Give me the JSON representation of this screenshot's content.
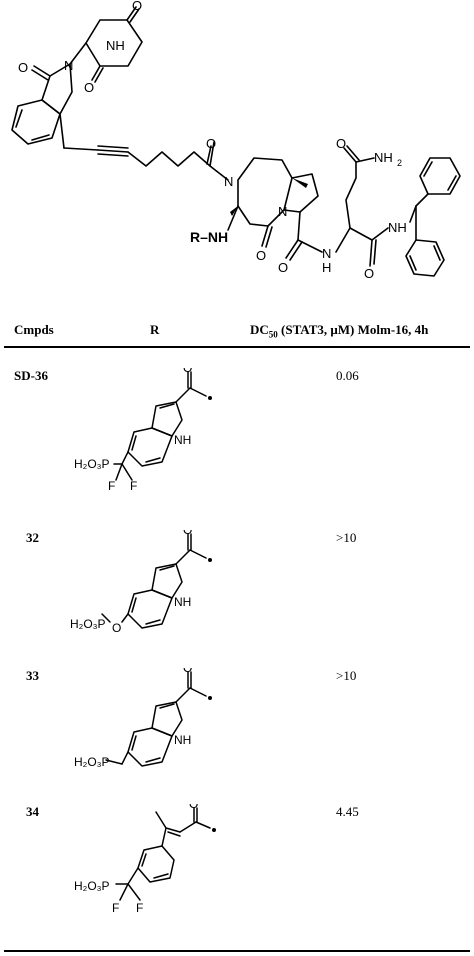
{
  "scheme": {
    "labels": {
      "nh_imide": "NH",
      "o1": "O",
      "o2": "O",
      "o3": "O",
      "n_isoindolinone": "N",
      "o_linker": "O",
      "n_ring": "N",
      "n_pro": "N",
      "o_lactam": "O",
      "r_nh": "R–NH",
      "o_amide1": "O",
      "nh2_gln": "NH",
      "nh2_sub": "2",
      "o_gln": "O",
      "n_amide": "N",
      "h_amide": "H",
      "nh_benz": "NH",
      "o_amide2": "O"
    }
  },
  "table": {
    "headers": {
      "compound": "Cmpds",
      "r_group": "R",
      "dc50_pre": "DC",
      "dc50_sub": "50",
      "dc50_post": " (STAT3, μM) Molm-16, 4h"
    },
    "rows": [
      {
        "id": "SD-36",
        "value": "0.06",
        "linker": "CF2",
        "labels": {
          "o": "O",
          "nh": "NH",
          "p": "H₂O₃P",
          "f1": "F",
          "f2": "F"
        }
      },
      {
        "id": "32",
        "value": ">10",
        "linker": "O",
        "labels": {
          "o": "O",
          "nh": "NH",
          "p": "H₂O₃P",
          "ox": "O"
        }
      },
      {
        "id": "33",
        "value": ">10",
        "linker": "CH2",
        "labels": {
          "o": "O",
          "nh": "NH",
          "p": "H₂O₃P"
        }
      },
      {
        "id": "34",
        "value": "4.45",
        "linker": "cinnamoyl",
        "labels": {
          "o": "O",
          "p": "H₂O₃P",
          "f1": "F",
          "f2": "F"
        }
      }
    ]
  }
}
